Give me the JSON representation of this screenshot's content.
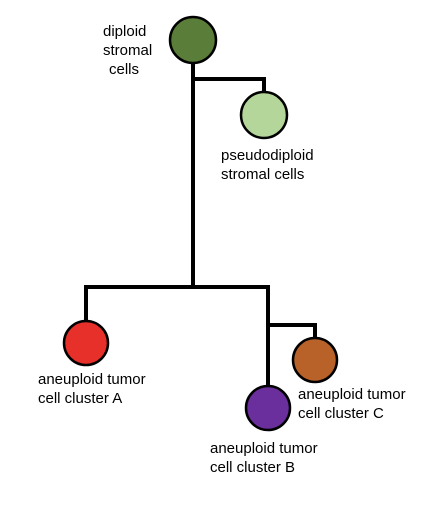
{
  "nodes": {
    "diploid": {
      "lines": [
        "diploid",
        "stromal",
        "cells"
      ],
      "color": "#5a7d3a"
    },
    "pseudodiploid": {
      "lines": [
        "pseudodiploid",
        "stromal cells"
      ],
      "color": "#b5d69a"
    },
    "cluster_a": {
      "lines": [
        "aneuploid tumor",
        "cell cluster A"
      ],
      "color": "#e8302a"
    },
    "cluster_b": {
      "lines": [
        "aneuploid tumor",
        "cell cluster B"
      ],
      "color": "#6a2f9c"
    },
    "cluster_c": {
      "lines": [
        "aneuploid tumor",
        "cell cluster C"
      ],
      "color": "#b8622a"
    }
  }
}
